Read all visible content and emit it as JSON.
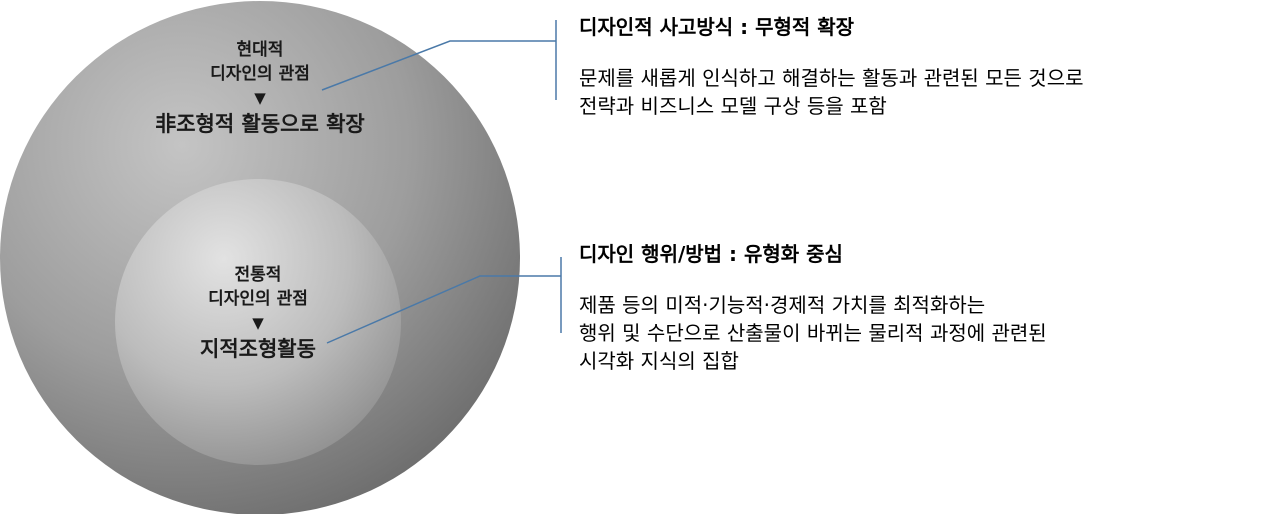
{
  "outer_circle": {
    "perspective_line1": "현대적",
    "perspective_line2": "디자인의 관점",
    "arrow": "▼",
    "main_label": "非조형적 활동으로 확장"
  },
  "inner_circle": {
    "perspective_line1": "전통적",
    "perspective_line2": "디자인의 관점",
    "arrow": "▼",
    "main_label": "지적조형활동"
  },
  "panel_top": {
    "title": "디자인적 사고방식 : 무형적 확장",
    "body": [
      "문제를 새롭게 인식하고 해결하는 활동과 관련된 모든 것으로",
      "전략과 비즈니스 모델 구상 등을 포함"
    ]
  },
  "panel_bottom": {
    "title": "디자인 행위/방법 : 유형화 중심",
    "body": [
      "제품 등의 미적·기능적·경제적 가치를 최적화하는",
      "행위 및 수단으로 산출물이 바뀌는 물리적 과정에 관련된",
      "시각화 지식의 집합"
    ]
  },
  "colors": {
    "connector": "#4a79a8",
    "outer_circle_light": "#bdbdbd",
    "outer_circle_dark": "#6e6e6e",
    "inner_circle_light": "#dedede",
    "inner_circle_dark": "#8f8f8f"
  }
}
